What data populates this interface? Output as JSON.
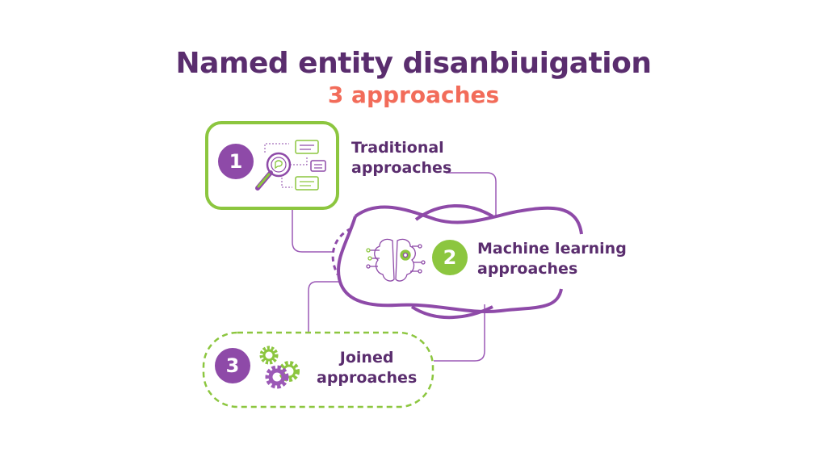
{
  "header": {
    "title": "Named entity disanbiuigation",
    "subtitle": "3 approaches"
  },
  "colors": {
    "purple_dark": "#5a2d6e",
    "purple": "#8e4aa8",
    "green": "#8cc63f",
    "coral": "#f26c5a"
  },
  "approaches": [
    {
      "number": "1",
      "line1": "Traditional",
      "line2": "approaches",
      "icon": "magnifier-chat-icon"
    },
    {
      "number": "2",
      "line1": "Machine learning",
      "line2": "approaches",
      "icon": "brain-circuit-icon"
    },
    {
      "number": "3",
      "line1": "Joined",
      "line2": "approaches",
      "icon": "gears-icon"
    }
  ]
}
